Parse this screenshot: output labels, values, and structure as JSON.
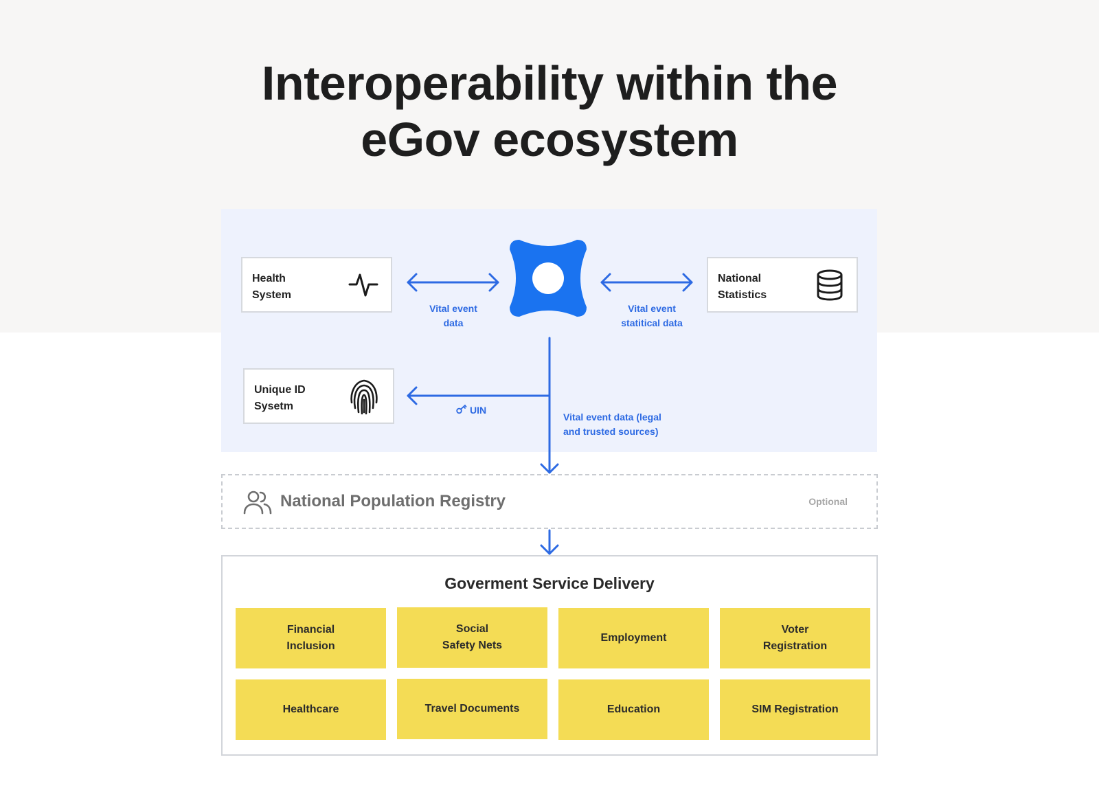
{
  "title": "Interoperability within the\neGov ecosystem",
  "colors": {
    "top_background": "#f7f6f5",
    "panel": "#eef2fd",
    "accent_blue": "#2d6ae3",
    "hub_blue": "#1a73f0",
    "service_yellow": "#f4dc55"
  },
  "nodes": {
    "health": {
      "label": "Health\nSystem",
      "icon": "pulse-icon"
    },
    "statistics": {
      "label": "National\nStatistics",
      "icon": "database-icon"
    },
    "unique_id": {
      "label": "Unique ID\nSysetm",
      "icon": "fingerprint-icon"
    },
    "hub": {
      "icon": "hub-logo"
    }
  },
  "edges": {
    "health_hub": "Vital event\ndata",
    "hub_statistics": "Vital event\nstatitical data",
    "hub_unique_id": "UIN",
    "hub_registry": "Vital event data (legal\nand trusted sources)"
  },
  "registry": {
    "title": "National Population Registry",
    "note": "Optional",
    "icon": "people-icon"
  },
  "delivery": {
    "title": "Goverment Service Delivery",
    "services": [
      "Financial\nInclusion",
      "Social\nSafety Nets",
      "Employment",
      "Voter\nRegistration",
      "Healthcare",
      "Travel Documents",
      "Education",
      "SIM Registration"
    ]
  }
}
